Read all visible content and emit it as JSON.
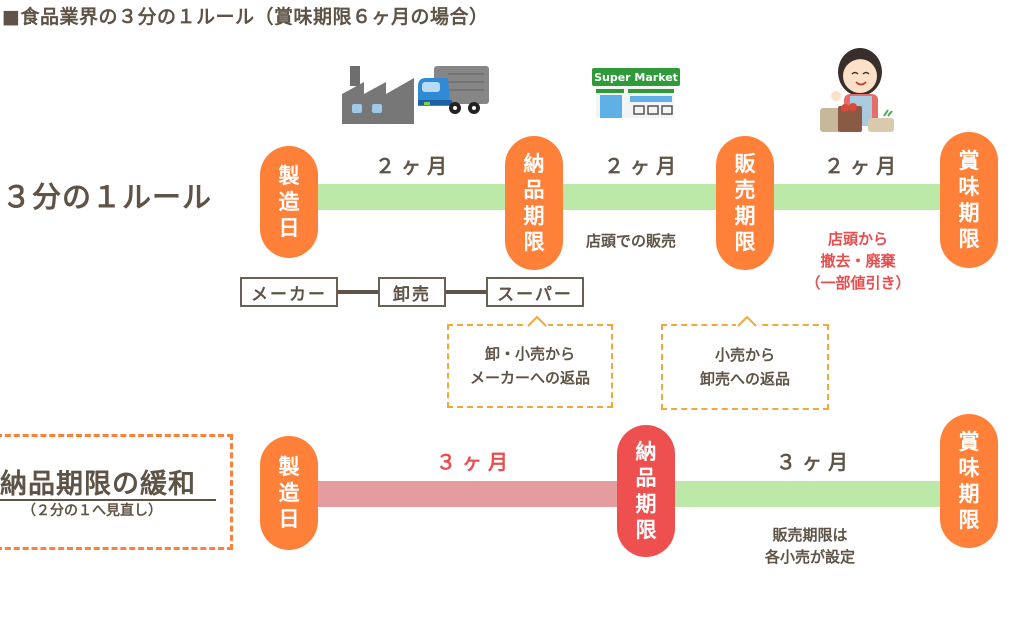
{
  "title": "■食品業界の３分の１ルール（賞味期限６ヶ月の場合）",
  "colors": {
    "orange": "#ff8139",
    "red": "#ee4f4f",
    "green_bar": "#bde9a8",
    "pink_bar": "#e59c9e",
    "text": "#5e5346",
    "dash_yellow": "#f0a93a"
  },
  "illustrations": {
    "factory": "factory-icon",
    "truck": "truck-icon",
    "supermarket": "supermarket-icon",
    "supermarket_sign": "Super Market",
    "shopper": "shopper-icon"
  },
  "rule_row": {
    "label": "３分の１ルール",
    "milestones": [
      {
        "chars": [
          "製",
          "造",
          "日"
        ],
        "color": "orange"
      },
      {
        "chars": [
          "納",
          "品",
          "期",
          "限"
        ],
        "color": "orange"
      },
      {
        "chars": [
          "販",
          "売",
          "期",
          "限"
        ],
        "color": "orange"
      },
      {
        "chars": [
          "賞",
          "味",
          "期",
          "限"
        ],
        "color": "orange"
      }
    ],
    "periods": [
      "２ヶ月",
      "２ヶ月",
      "２ヶ月"
    ],
    "notes": {
      "shop_sale": "店頭での販売",
      "removal": [
        "店頭から",
        "撤去・廃棄",
        "（一部値引き）"
      ]
    },
    "chain": [
      "メーカー",
      "卸売",
      "スーパー"
    ],
    "returns": [
      [
        "卸・小売から",
        "メーカーへの返品"
      ],
      [
        "小売から",
        "卸売への返品"
      ]
    ]
  },
  "relax_row": {
    "label": "納品期限の緩和",
    "sublabel": "（２分の１へ見直し）",
    "milestones": [
      {
        "chars": [
          "製",
          "造",
          "日"
        ],
        "color": "orange"
      },
      {
        "chars": [
          "納",
          "品",
          "期",
          "限"
        ],
        "color": "red"
      },
      {
        "chars": [
          "賞",
          "味",
          "期",
          "限"
        ],
        "color": "orange"
      }
    ],
    "periods": [
      "３ヶ月",
      "３ヶ月"
    ],
    "note": [
      "販売期限は",
      "各小売が設定"
    ]
  }
}
